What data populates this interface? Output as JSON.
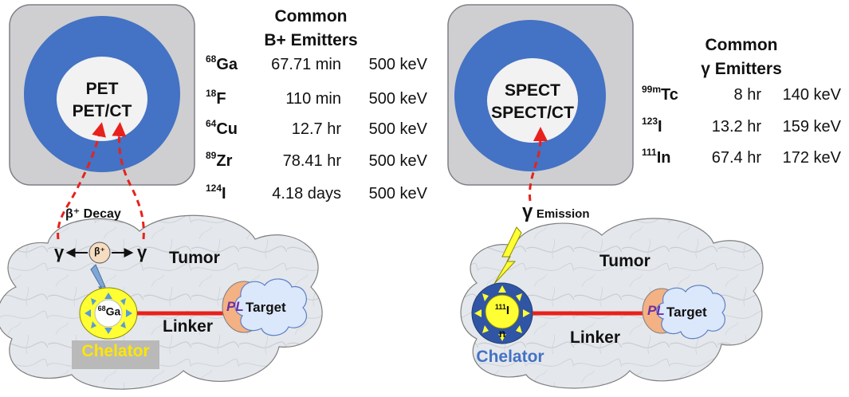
{
  "pet": {
    "ring_line1": "PET",
    "ring_line2": "PET/CT",
    "table_title_line1": "Common",
    "table_title_line2": "B+  Emitters",
    "rows": [
      {
        "mass": "68",
        "symbol": "Ga",
        "half_life": "67.71 min",
        "energy": "500 keV"
      },
      {
        "mass": "18",
        "symbol": "F",
        "half_life": "110 min",
        "energy": "500 keV"
      },
      {
        "mass": "64",
        "symbol": "Cu",
        "half_life": "12.7 hr",
        "energy": "500 keV"
      },
      {
        "mass": "89",
        "symbol": "Zr",
        "half_life": "78.41 hr",
        "energy": "500 keV"
      },
      {
        "mass": "124",
        "symbol": "I",
        "half_life": "4.18 days",
        "energy": "500 keV"
      }
    ],
    "decay_label": "β⁺ Decay",
    "gamma_left": "γ",
    "gamma_right": "γ",
    "positron": "β⁺",
    "tumor_label": "Tumor",
    "chelator_isotope_mass": "68",
    "chelator_isotope_symbol": "Ga",
    "linker_label": "Linker",
    "pl_label": "PL",
    "target_label": "Target",
    "chelator_label": "Chelator"
  },
  "spect": {
    "ring_line1": "SPECT",
    "ring_line2": "SPECT/CT",
    "table_title_line1": "Common",
    "table_title_line2": "γ Emitters",
    "rows": [
      {
        "mass": "99m",
        "symbol": "Tc",
        "half_life": "8  hr",
        "energy": "140 keV"
      },
      {
        "mass": "123",
        "symbol": "I",
        "half_life": "13.2 hr",
        "energy": "159 keV"
      },
      {
        "mass": "111",
        "symbol": "In",
        "half_life": "67.4 hr",
        "energy": "172 keV"
      }
    ],
    "emission_gamma": "γ",
    "emission_label": "Emission",
    "tumor_label": "Tumor",
    "chelator_isotope_mass": "111",
    "chelator_isotope_symbol": "I",
    "chelator_isotope_tail": "n",
    "linker_label": "Linker",
    "pl_label": "PL",
    "target_label": "Target",
    "chelator_label": "Chelator"
  },
  "colors": {
    "panel_bg": "#cfcfd1",
    "panel_border": "#7f7f88",
    "ring_blue": "#4472c4",
    "ring_inner": "#f2f2f2",
    "arrow_red": "#e8211c",
    "tumor_fill": "#e3e6ea",
    "chelator_yellow": "#ffff33",
    "chelator_blue": "#2f55a4",
    "pl_purple": "#7030a0",
    "pl_orange": "#f4b183",
    "target_blue": "#dbe7fb",
    "chelator_text_blue": "#4472c4",
    "chelator_text_yellow": "#ffe600",
    "chelator_label_bg": "#b9b9b9"
  }
}
